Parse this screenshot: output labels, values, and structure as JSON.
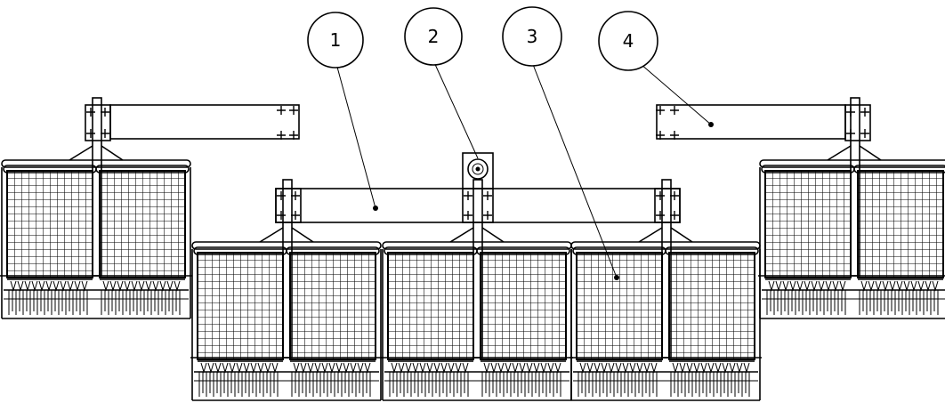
{
  "balloons": [
    {
      "label": "1"
    },
    {
      "label": "2"
    },
    {
      "label": "3"
    },
    {
      "label": "4"
    }
  ],
  "colors": {
    "line": "#000000",
    "background": "#ffffff"
  }
}
